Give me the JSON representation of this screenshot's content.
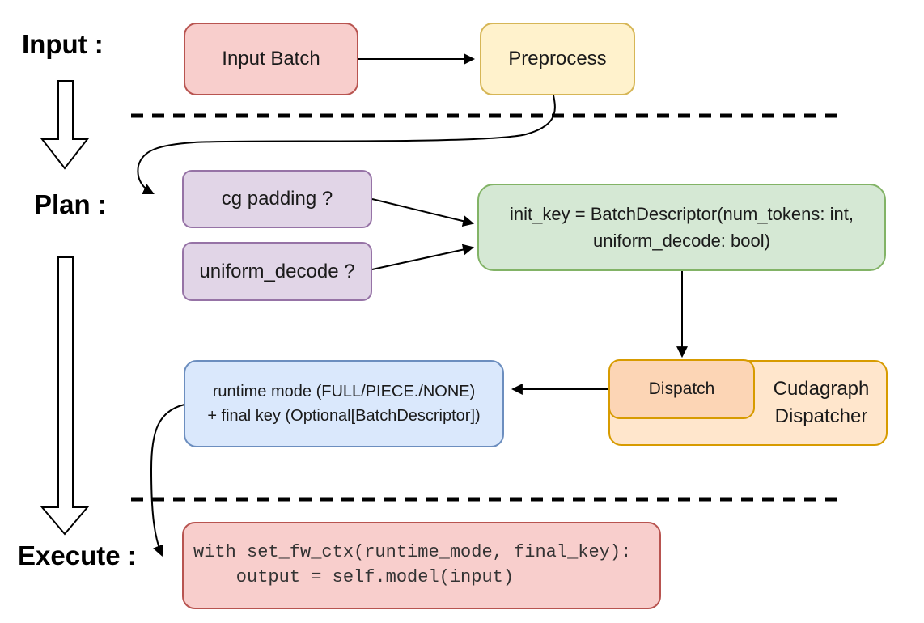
{
  "diagram": {
    "stages": {
      "input_label": "Input :",
      "plan_label": "Plan :",
      "execute_label": "Execute :"
    },
    "nodes": {
      "input_batch": {
        "label": "Input Batch"
      },
      "preprocess": {
        "label": "Preprocess"
      },
      "cg_padding": {
        "label": "cg padding ?"
      },
      "uniform_decode": {
        "label": "uniform_decode ?"
      },
      "init_key": {
        "line1": "init_key = BatchDescriptor(num_tokens: int,",
        "line2": "uniform_decode: bool)"
      },
      "runtime_mode": {
        "line1": "runtime mode (FULL/PIECE./NONE)",
        "line2": "+ final key (Optional[BatchDescriptor])"
      },
      "dispatch": {
        "label": "Dispatch"
      },
      "cudagraph_dispatcher": {
        "line1": "Cudagraph",
        "line2": "Dispatcher"
      },
      "execute_code": {
        "line1": "with set_fw_ctx(runtime_mode, final_key):",
        "line2": "    output = self.model(input)"
      }
    },
    "palette": {
      "red_fill": "#F8CECC",
      "red_stroke": "#B85450",
      "yellow_fill": "#FFF2CC",
      "yellow_stroke": "#D6B656",
      "purple_fill": "#E1D5E7",
      "purple_stroke": "#9673A6",
      "green_fill": "#D5E8D4",
      "green_stroke": "#82B366",
      "blue_fill": "#DAE8FC",
      "blue_stroke": "#6C8EBF",
      "orange_fill": "#FFE6CC",
      "orange_stroke": "#D79B00",
      "dispatch_fill": "#FCD5B5",
      "connector_color": "#000000",
      "background": "#FFFFFF"
    }
  }
}
